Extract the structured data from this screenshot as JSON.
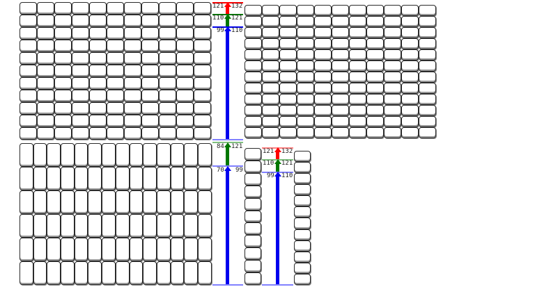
{
  "colors": {
    "red": "#ff0000",
    "green": "#007700",
    "blue": "#0000ee",
    "light_blue": "#8080ff",
    "light_green": "#80c080"
  },
  "grids": {
    "top_left": {
      "cols": 11,
      "rows": 11
    },
    "top_right": {
      "cols": 11,
      "rows": 12
    },
    "bottom_left": {
      "cols": 14,
      "rows": 6
    },
    "bottom_mid_column": {
      "rows": 11
    },
    "bottom_right_column": {
      "rows": 12
    }
  },
  "scales": {
    "top": {
      "red": {
        "left": "121",
        "right": "132"
      },
      "green": {
        "left": "110",
        "right": "121"
      },
      "blue": {
        "left": "99",
        "right": "110"
      }
    },
    "middle": {
      "green": {
        "left": "84",
        "right": "121"
      },
      "blue": {
        "left": "70",
        "right": "99"
      }
    },
    "bottom": {
      "red": {
        "left": "121",
        "right": "132"
      },
      "green": {
        "left": "110",
        "right": "121"
      },
      "blue": {
        "left": "99",
        "right": "110"
      }
    }
  }
}
